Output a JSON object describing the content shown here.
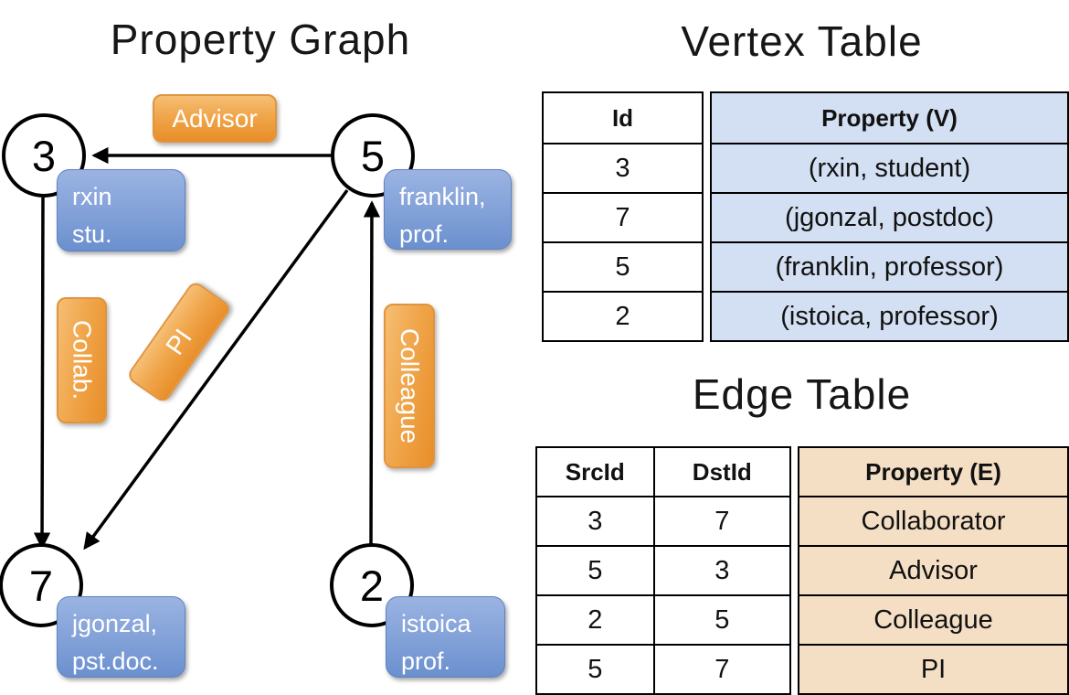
{
  "graph": {
    "title": "Property Graph",
    "nodes": [
      {
        "id": "3",
        "lines": [
          "rxin",
          "stu."
        ]
      },
      {
        "id": "5",
        "lines": [
          "franklin,",
          "prof."
        ]
      },
      {
        "id": "7",
        "lines": [
          "jgonzal,",
          "pst.doc."
        ]
      },
      {
        "id": "2",
        "lines": [
          "istoica",
          "prof."
        ]
      }
    ],
    "edge_labels": {
      "advisor": "Advisor",
      "collab": "Collab.",
      "pi": "PI",
      "colleague": "Colleague"
    }
  },
  "vertex_table": {
    "title": "Vertex Table",
    "columns": {
      "id": "Id",
      "property": "Property (V)"
    },
    "rows": [
      {
        "id": "3",
        "property": "(rxin, student)"
      },
      {
        "id": "7",
        "property": "(jgonzal, postdoc)"
      },
      {
        "id": "5",
        "property": "(franklin, professor)"
      },
      {
        "id": "2",
        "property": "(istoica, professor)"
      }
    ]
  },
  "edge_table": {
    "title": "Edge Table",
    "columns": {
      "src": "SrcId",
      "dst": "DstId",
      "property": "Property (E)"
    },
    "rows": [
      {
        "src": "3",
        "dst": "7",
        "property": "Collaborator"
      },
      {
        "src": "5",
        "dst": "3",
        "property": "Advisor"
      },
      {
        "src": "2",
        "dst": "5",
        "property": "Colleague"
      },
      {
        "src": "5",
        "dst": "7",
        "property": "PI"
      }
    ]
  },
  "colors": {
    "edge_sticker_top": "#F6BE74",
    "edge_sticker_bottom": "#E88E29",
    "vertex_box_top": "#9AB3E2",
    "vertex_box_bottom": "#6B90CE",
    "vertex_table_fill": "#D3DFF2",
    "edge_table_fill": "#F4DFC5",
    "line": "#000000"
  }
}
